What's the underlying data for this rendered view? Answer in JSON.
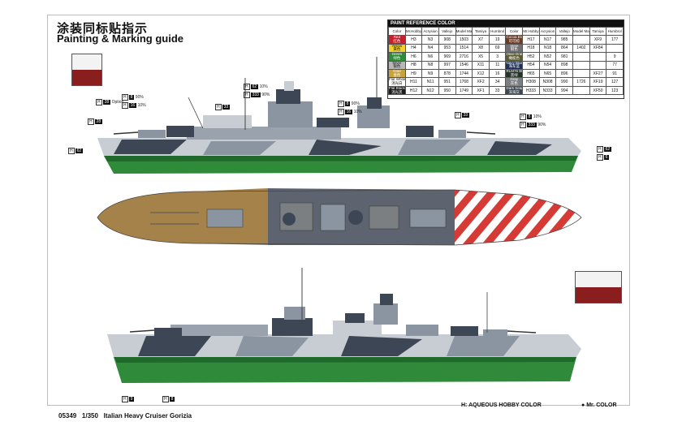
{
  "title_cn": "涂装同标贴指示",
  "title_en": "Painting & Marking guide",
  "paint_ref": {
    "title": "PAINT REFERENCE COLOR",
    "headers": [
      "Color",
      "Mr.Hobby",
      "Acrysion",
      "Vallejo",
      "Model Master",
      "Tamiya",
      "Humbrol"
    ],
    "left": [
      {
        "name": "Red",
        "cn": "红色",
        "hex": "#c8202a",
        "mh": "H3",
        "ac": "N3",
        "va": "908",
        "mm": "1503",
        "ta": "X7",
        "hu": "19"
      },
      {
        "name": "Yellow",
        "cn": "黄色",
        "hex": "#f2d22a",
        "mh": "H4",
        "ac": "N4",
        "va": "953",
        "mm": "1514",
        "ta": "X8",
        "hu": "69"
      },
      {
        "name": "Green",
        "cn": "绿色",
        "hex": "#2f8a3a",
        "mh": "H6",
        "ac": "N6",
        "va": "969",
        "mm": "2716",
        "ta": "X5",
        "hu": "3"
      },
      {
        "name": "Silver",
        "cn": "银色",
        "hex": "#b7b7b7",
        "mh": "H8",
        "ac": "N8",
        "va": "997",
        "mm": "1546",
        "ta": "X11",
        "hu": "11"
      },
      {
        "name": "Gold",
        "cn": "金色",
        "hex": "#c9a23a",
        "mh": "H9",
        "ac": "N9",
        "va": "878",
        "mm": "1744",
        "ta": "X12",
        "hu": "16"
      },
      {
        "name": "Flat White",
        "cn": "消光白",
        "hex": "#ffffff",
        "mh": "H11",
        "ac": "N11",
        "va": "951",
        "mm": "1768",
        "ta": "XF2",
        "hu": "34"
      },
      {
        "name": "Flat Black",
        "cn": "消光黑",
        "hex": "#1c1c1c",
        "mh": "H12",
        "ac": "N12",
        "va": "950",
        "mm": "1749",
        "ta": "XF1",
        "hu": "33"
      }
    ],
    "right": [
      {
        "name": "Cocoa Brown",
        "cn": "可可棕",
        "hex": "#6e3b22",
        "mh": "H17",
        "ac": "N17",
        "va": "985",
        "mm": "",
        "ta": "XF9",
        "hu": "177"
      },
      {
        "name": "Steel",
        "cn": "钢色",
        "hex": "#6f6f74",
        "mh": "H18",
        "ac": "N18",
        "va": "864",
        "mm": "1402",
        "ta": "XF84",
        "hu": ""
      },
      {
        "name": "Olive Drab",
        "cn": "橄榄色",
        "hex": "#5a5b33",
        "mh": "H52",
        "ac": "N52",
        "va": "981",
        "mm": "",
        "ta": "",
        "hu": "9"
      },
      {
        "name": "Navy Blue",
        "cn": "海军蓝",
        "hex": "#1f2f5a",
        "mh": "H54",
        "ac": "N54",
        "va": "898",
        "mm": "",
        "ta": "",
        "hu": "77"
      },
      {
        "name": "RLM76 Black Green",
        "cn": "黑绿",
        "hex": "#27342a",
        "mh": "H65",
        "ac": "N65",
        "va": "896",
        "mm": "",
        "ta": "XF27",
        "hu": "91"
      },
      {
        "name": "Gray",
        "cn": "灰色",
        "hex": "#7c7f82",
        "mh": "H308",
        "ac": "N308",
        "va": "990",
        "mm": "1726",
        "ta": "XF19",
        "hu": "127"
      },
      {
        "name": "Dark Seagray",
        "cn": "深海灰",
        "hex": "#3c4752",
        "mh": "H333",
        "ac": "N333",
        "va": "994",
        "mm": "",
        "ta": "XF50",
        "hu": "123"
      }
    ]
  },
  "colors": {
    "hull_green": "#2f8a3a",
    "hull_green_dark": "#1f6a2a",
    "camo_light": "#c8ccd3",
    "camo_mid": "#8b94a1",
    "camo_dark": "#3d4654",
    "deck_wood": "#a5824a",
    "deck_gray": "#5d6470",
    "stripe_red": "#d63a35",
    "flag_red": "#8a1e1e"
  },
  "callouts_top": [
    {
      "h": "H",
      "n": "28",
      "txt": "H 28"
    },
    {
      "h": "H",
      "n": "62",
      "txt": "H 62"
    },
    {
      "h": "H",
      "n": "8",
      "pct": "90%"
    },
    {
      "h": "H",
      "n": "16",
      "pct": "10%"
    },
    {
      "h": "H",
      "n": "33"
    },
    {
      "h": "H",
      "n": "62",
      "pct": "10%"
    },
    {
      "h": "H",
      "n": "333",
      "pct": "90%"
    },
    {
      "h": "H",
      "n": "8",
      "pct": "90%"
    },
    {
      "h": "H",
      "n": "16",
      "pct": "10%"
    },
    {
      "h": "H",
      "n": "33"
    },
    {
      "h": "H",
      "n": "6"
    },
    {
      "h": "H",
      "n": "62"
    }
  ],
  "option_label": "Option",
  "legend": {
    "aqueous": "H: AQUEOUS HOBBY COLOR",
    "mr": "Mr. COLOR"
  },
  "footer": {
    "code": "05349",
    "scale": "1/350",
    "name": "Italian Heavy Cruiser Gorizia"
  }
}
